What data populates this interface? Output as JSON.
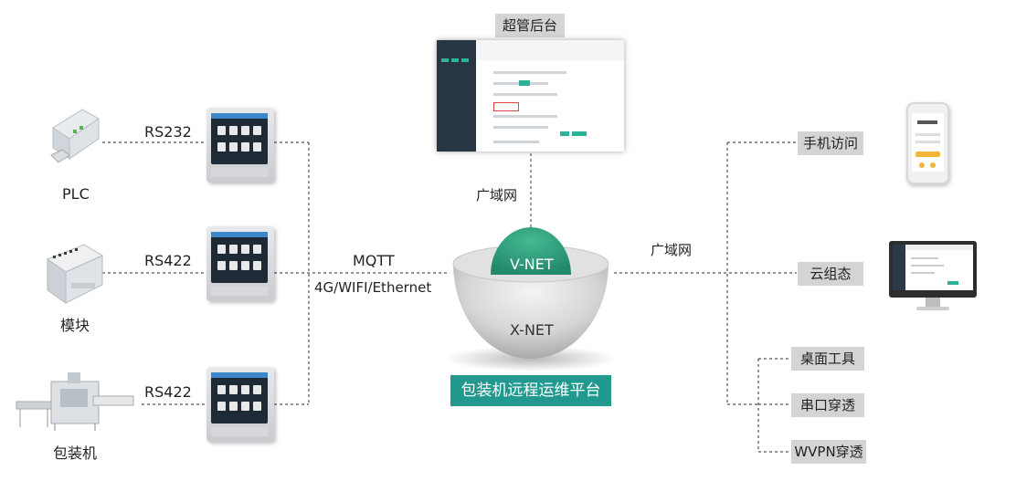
{
  "devices": {
    "plc": {
      "label": "PLC",
      "protocol": "RS232"
    },
    "module": {
      "label": "模块",
      "protocol": "RS422"
    },
    "packer": {
      "label": "包装机",
      "protocol": "RS422"
    }
  },
  "link_left": {
    "protocol": "MQTT",
    "network": "4G/WIFI/Ethernet"
  },
  "center": {
    "vnet": "V-NET",
    "xnet": "X-NET",
    "platform": "包装机远程运维平台"
  },
  "top": {
    "title": "超管后台",
    "wan": "广域网"
  },
  "right": {
    "wan": "广域网",
    "mobile": "手机访问",
    "cloud": "云组态",
    "desktop": "桌面工具",
    "serial": "串口穿透",
    "wvpn": "WVPN穿透"
  },
  "colors": {
    "teal": "#21998f",
    "vnet_green": "#2e9e7c",
    "dashed": "#555555",
    "label_bg": "#d4d4d4"
  }
}
